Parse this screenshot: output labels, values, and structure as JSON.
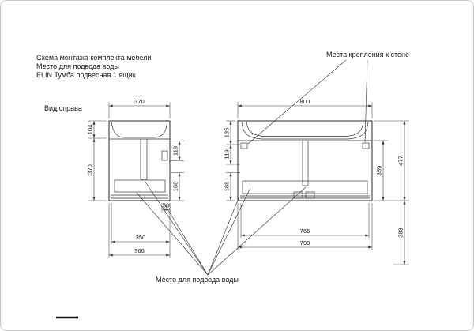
{
  "colors": {
    "line": "#2b2b2b",
    "text": "#161616",
    "border": "#c6c6c6"
  },
  "header": {
    "line1": "Схема монтажа комплекта мебели",
    "line2": "Место для подвода воды",
    "line3": "ELIN Тумба подвесная 1 ящик"
  },
  "labels": {
    "view_right": "Вид справа",
    "wall_mount_points": "Места крепления к стене",
    "water_supply_point": "Место для подвода воды"
  },
  "side_view_dims": {
    "top_width": "370",
    "upper_height": "104",
    "body_height": "370",
    "bracket_offset": "119",
    "bottom_clearance": "168",
    "back_offset": "50",
    "inner_width": "350",
    "outer_width": "366"
  },
  "front_view_dims": {
    "top_width": "800",
    "upper_left": "135",
    "bracket_left": "119",
    "bottom_left": "168",
    "cabinet_height": "359",
    "total_height": "477",
    "under_height": "383",
    "inner_width": "766",
    "outer_width": "798"
  }
}
